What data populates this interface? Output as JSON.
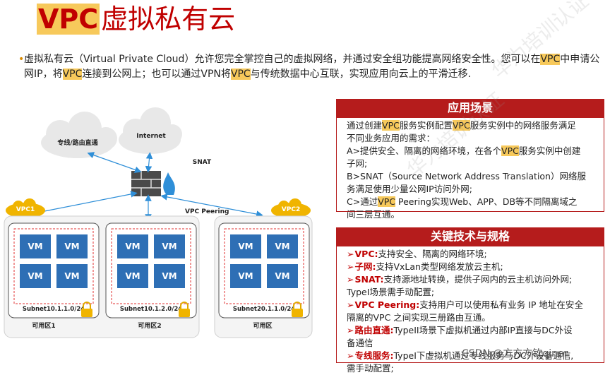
{
  "title": {
    "highlight": "VPC",
    "rest": "虚拟私有云"
  },
  "intro": {
    "parts": [
      "虚拟私有云（Virtual Private Cloud）允许您完全掌控自己的虚拟网络，并通过安全组功能提高网络安全性。您可以在",
      "VPC",
      "中申请公网IP，将",
      "VPC",
      "连接到公网上；也可以通过VPN将",
      "VPC",
      "与传统数据中心互联，实现应用向云上的平滑迁移."
    ]
  },
  "diagram": {
    "cloud_left": "专线/路由直通",
    "cloud_right": "Internet",
    "snat": "SNAT",
    "vpc_peering": "VPC Peering",
    "vpc1": "VPC1",
    "vpc2": "VPC2",
    "vm_label": "VM",
    "subnets": [
      "Subnet10.1.1.0/24",
      "Subnet10.1.2.0/24",
      "Subnet20.1.1.0/24"
    ],
    "zones": [
      "可用区1",
      "可用区2",
      "可用区"
    ]
  },
  "panel1": {
    "header": "应用场景",
    "lines": [
      [
        "通过创建",
        "VPC",
        "服务实例配置",
        "VPC",
        "服务实例中的网络服务满足"
      ],
      [
        "不同业务应用的需求："
      ],
      [
        "A>提供安全、隔离的网络环境，在各个",
        "VPC",
        "服务实例中创建"
      ],
      [
        "子网;"
      ],
      [
        "B>SNAT（Source Network Address Translation）网络服"
      ],
      [
        "务满足使用少量公网IP访问外网;"
      ],
      [
        "C>通过",
        "VPC",
        " Peering实现Web、APP、DB等不同隔离域之"
      ],
      [
        "间三层互通。"
      ]
    ]
  },
  "panel2": {
    "header": "关键技术与规格",
    "items": [
      {
        "kw": "VPC:",
        "text": "支持安全、隔离的网络环境;"
      },
      {
        "kw": "子网:",
        "text": "支持VxLan类型网络发放云主机;"
      },
      {
        "kw": "SNAT:",
        "text": "支持源地址转换，提供子网内的云主机访问外网;"
      },
      {
        "kw": "",
        "text": "TypeI场景需手动配置;"
      },
      {
        "kw": "VPC Peering:",
        "text": "支持用户可以使用私有业务 IP 地址在安全"
      },
      {
        "kw": "",
        "text": "隔离的VPC 之间实现三册路由互通。"
      },
      {
        "kw": "路由直通:",
        "text": "TypeII场景下虚拟机通过内部IP直接与DC外设"
      },
      {
        "kw": "",
        "text": "备通信"
      },
      {
        "kw": "专线服务:",
        "text": "TypeI下虚拟机通过专线服务与DC外设备通信,"
      },
      {
        "kw": "",
        "text": "需手动配置;"
      }
    ]
  },
  "csdn": "CSDN @方方方钦qiner",
  "watermark": "华为培训认证",
  "colors": {
    "accent": "#c00000",
    "highlight": "#f7c95b",
    "panel": "#b51c1c",
    "arrow": "#2f8fd8"
  }
}
